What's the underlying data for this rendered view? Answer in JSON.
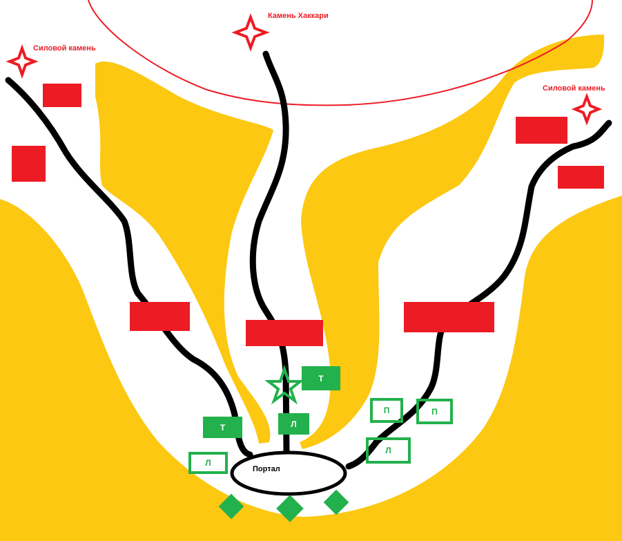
{
  "labels": {
    "power_stone_left": "Силовой камень",
    "hakkari_stone": "Камень Хаккари",
    "power_stone_right": "Силовой камень",
    "portal": "Портал"
  },
  "markers": {
    "t_upper": "Т",
    "t_left": "Т",
    "l_center": "Л",
    "l_left": "Л",
    "p_right_1": "П",
    "p_right_2": "П",
    "l_right": "Л"
  },
  "colors": {
    "sand": "#fcc812",
    "enemy": "#ed1c24",
    "friendly": "#22b14c",
    "road": "#000000"
  }
}
